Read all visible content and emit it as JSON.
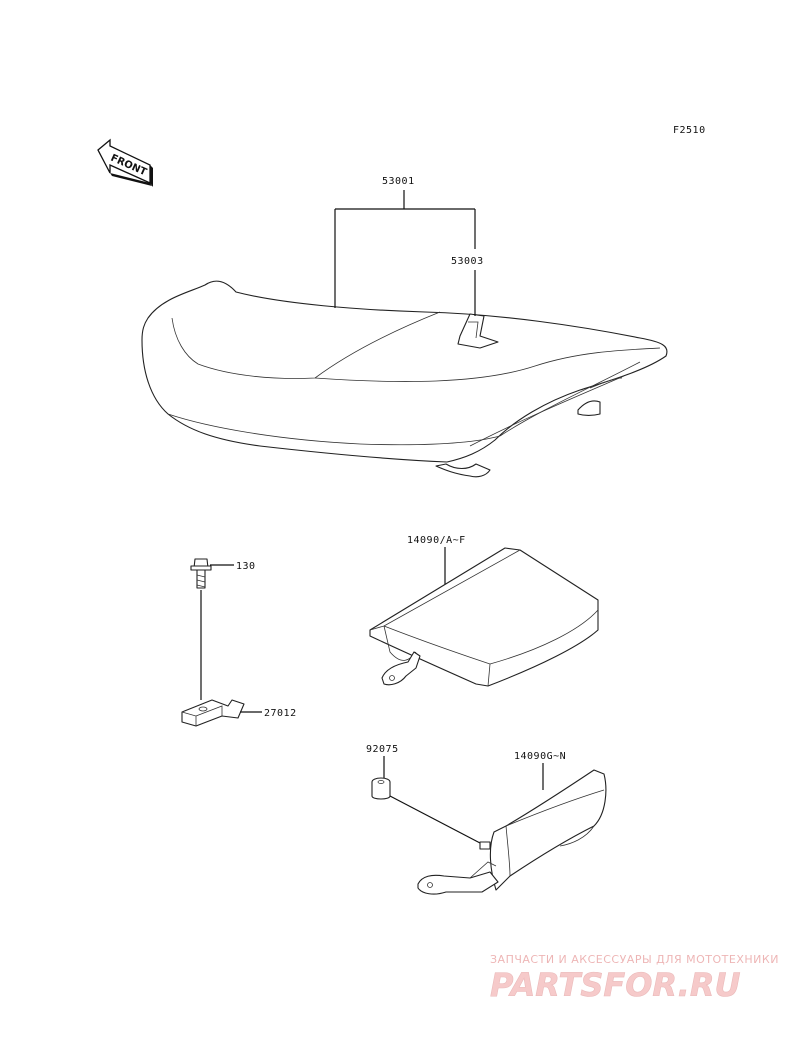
{
  "figure_code": "F2510",
  "front_label": "FRONT",
  "parts": {
    "seat_assy": "53001",
    "seat_insert": "53003",
    "bolt": "130",
    "bracket": "27012",
    "grab_rail_a": "14090/A~F",
    "damper": "92075",
    "grab_rail_b": "14090G~N"
  },
  "watermark": {
    "top_text": "ЗАПЧАСТИ И АКСЕССУАРЫ ДЛЯ МОТОТЕХНИКИ",
    "logo_text": "PARTSFOR.RU"
  },
  "colors": {
    "line": "#111111",
    "watermark": "#f4a0a0"
  }
}
